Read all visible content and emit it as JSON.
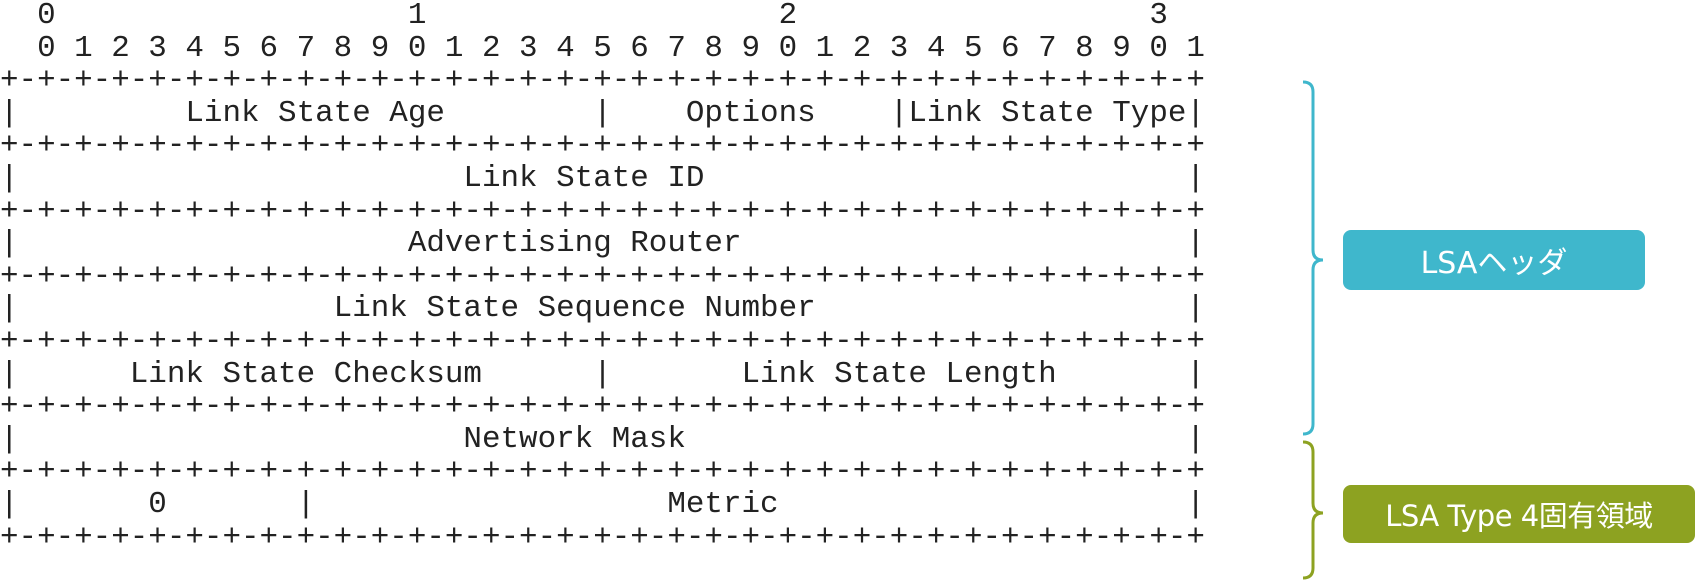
{
  "diagram": {
    "ruler": {
      "tens": "  0                   1                   2                   3",
      "ones": "  0 1 2 3 4 5 6 7 8 9 0 1 2 3 4 5 6 7 8 9 0 1 2 3 4 5 6 7 8 9 0 1"
    },
    "separator": "+-+-+-+-+-+-+-+-+-+-+-+-+-+-+-+-+-+-+-+-+-+-+-+-+-+-+-+-+-+-+-+-+",
    "rows": [
      "|         Link State Age        |    Options    |Link State Type|",
      "|                        Link State ID                          |",
      "|                     Advertising Router                        |",
      "|                 Link State Sequence Number                    |",
      "|      Link State Checksum      |       Link State Length       |",
      "|                        Network Mask                           |",
      "|       0       |                   Metric                      |"
    ],
    "groups": [
      {
        "label": "LSAヘッダ",
        "color": "#3fb7cc"
      },
      {
        "label": "LSA Type 4固有領域",
        "color": "#8da221"
      }
    ]
  }
}
